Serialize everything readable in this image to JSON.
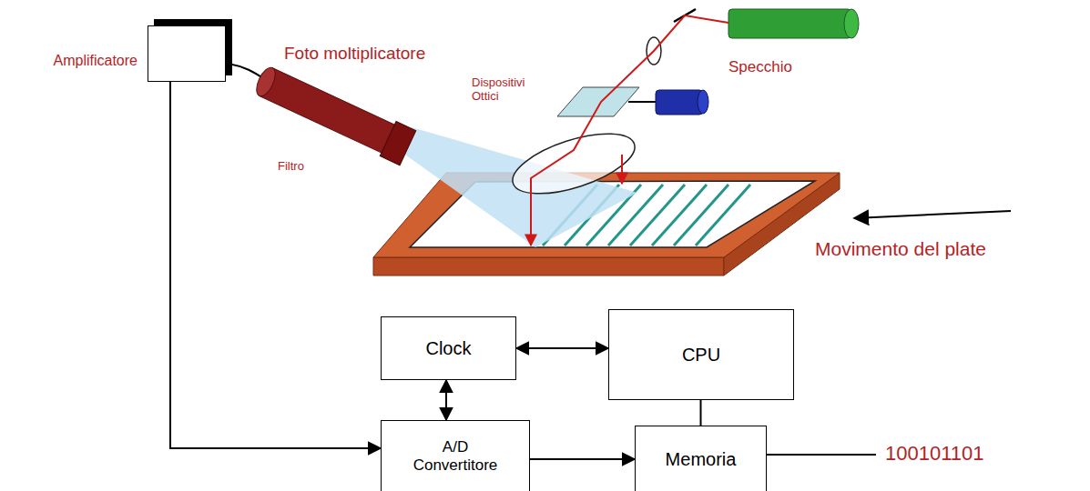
{
  "diagram": {
    "nodes": [
      {
        "text": [
          "Amplificatore"
        ]
      },
      {
        "text": [
          "Clock"
        ]
      },
      {
        "text": [
          "CPU"
        ]
      },
      {
        "text": [
          "A/D Convertitore"
        ]
      },
      {
        "text": [
          "Memoria"
        ]
      }
    ],
    "edges": [
      {
        "from": 0,
        "to": 3,
        "arrow": "to"
      },
      {
        "from": 1,
        "to": 2,
        "arrow": "both"
      },
      {
        "from": 1,
        "to": 3,
        "arrow": "both"
      },
      {
        "from": 3,
        "to": 4,
        "arrow": "to"
      },
      {
        "from": 2,
        "to": 4,
        "arrow": "none"
      }
    ],
    "labels": [
      "Foto moltiplicatore",
      "Specchio",
      "Dispositivi Ottici",
      "Filtro",
      "Movimento del plate",
      "100101101"
    ]
  }
}
